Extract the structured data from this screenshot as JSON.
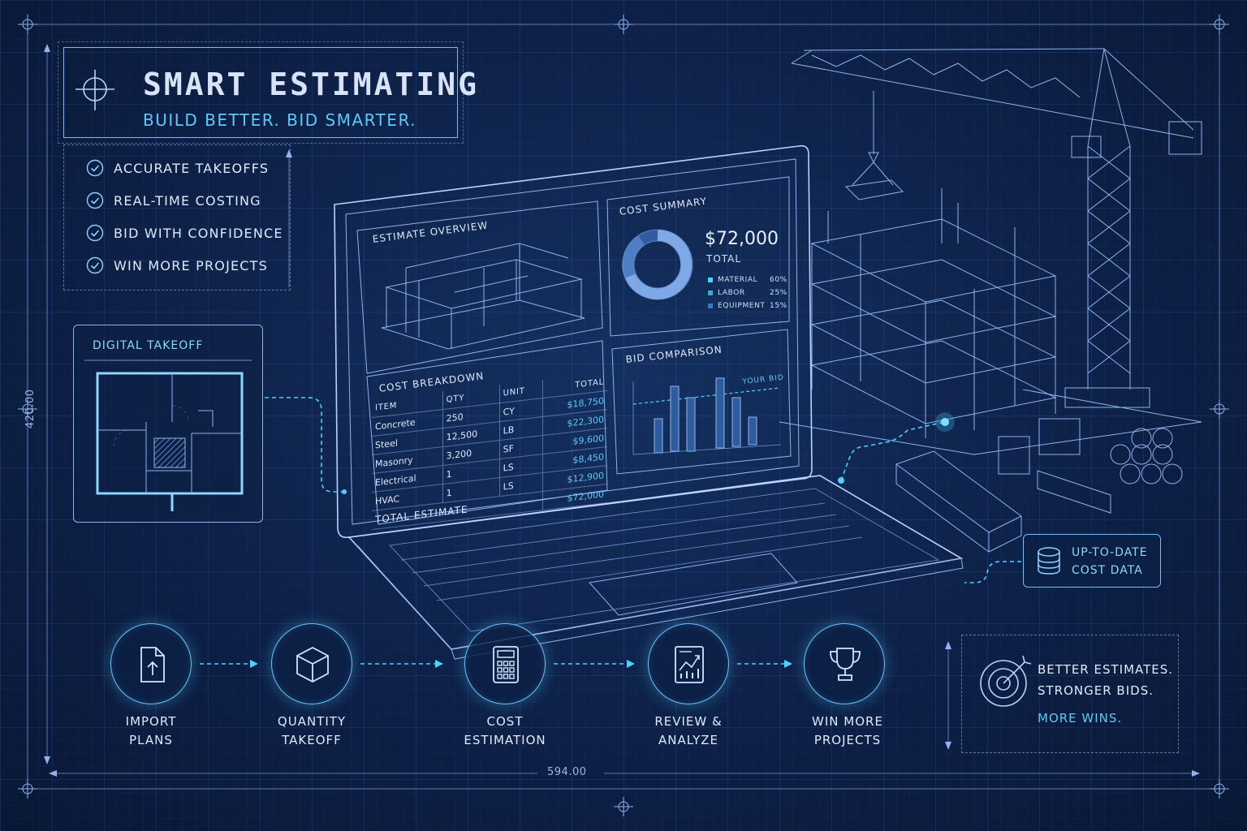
{
  "header": {
    "title": "SMART ESTIMATING",
    "tagline": "BUILD BETTER. BID SMARTER."
  },
  "features": [
    {
      "label": "ACCURATE TAKEOFFS"
    },
    {
      "label": "REAL-TIME COSTING"
    },
    {
      "label": "BID WITH CONFIDENCE"
    },
    {
      "label": "WIN MORE PROJECTS"
    }
  ],
  "takeoff": {
    "label": "DIGITAL TAKEOFF"
  },
  "screen": {
    "estimate_overview": "ESTIMATE OVERVIEW",
    "cost_summary": {
      "title": "COST SUMMARY",
      "total_value": "$72,000",
      "total_label": "TOTAL",
      "legend": [
        {
          "name": "MATERIAL",
          "pct": "60%"
        },
        {
          "name": "LABOR",
          "pct": "25%"
        },
        {
          "name": "EQUIPMENT",
          "pct": "15%"
        }
      ]
    },
    "cost_breakdown": {
      "title": "COST BREAKDOWN",
      "headers": {
        "item": "ITEM",
        "qty": "QTY",
        "unit": "UNIT",
        "total": "TOTAL"
      },
      "rows": [
        {
          "item": "Concrete",
          "qty": "250",
          "unit": "CY",
          "total": "$18,750"
        },
        {
          "item": "Steel",
          "qty": "12,500",
          "unit": "LB",
          "total": "$22,300"
        },
        {
          "item": "Masonry",
          "qty": "3,200",
          "unit": "SF",
          "total": "$9,600"
        },
        {
          "item": "Electrical",
          "qty": "1",
          "unit": "LS",
          "total": "$8,450"
        },
        {
          "item": "HVAC",
          "qty": "1",
          "unit": "LS",
          "total": "$12,900"
        }
      ],
      "total_label": "TOTAL ESTIMATE",
      "total_value": "$72,000"
    },
    "bid_comparison": {
      "title": "BID COMPARISON",
      "your_bid_label": "YOUR BID"
    }
  },
  "data_badge": {
    "line1": "UP-TO-DATE",
    "line2": "COST DATA",
    "icon": "database-icon"
  },
  "steps": [
    {
      "line1": "IMPORT",
      "line2": "PLANS",
      "icon": "file-upload-icon"
    },
    {
      "line1": "QUANTITY",
      "line2": "TAKEOFF",
      "icon": "cube-icon"
    },
    {
      "line1": "COST",
      "line2": "ESTIMATION",
      "icon": "calculator-icon"
    },
    {
      "line1": "REVIEW &",
      "line2": "ANALYZE",
      "icon": "chart-report-icon"
    },
    {
      "line1": "WIN MORE",
      "line2": "PROJECTS",
      "icon": "trophy-icon"
    }
  ],
  "message": {
    "line1": "BETTER ESTIMATES.",
    "line2": "STRONGER BIDS.",
    "line3": "MORE WINS.",
    "icon": "target-icon"
  },
  "dimensions": {
    "width": "594.00",
    "height": "420.00"
  },
  "colors": {
    "background": "#0d1f45",
    "line": "#8fb3ee",
    "accent": "#4fd0ff",
    "text": "#dfe9fb"
  }
}
